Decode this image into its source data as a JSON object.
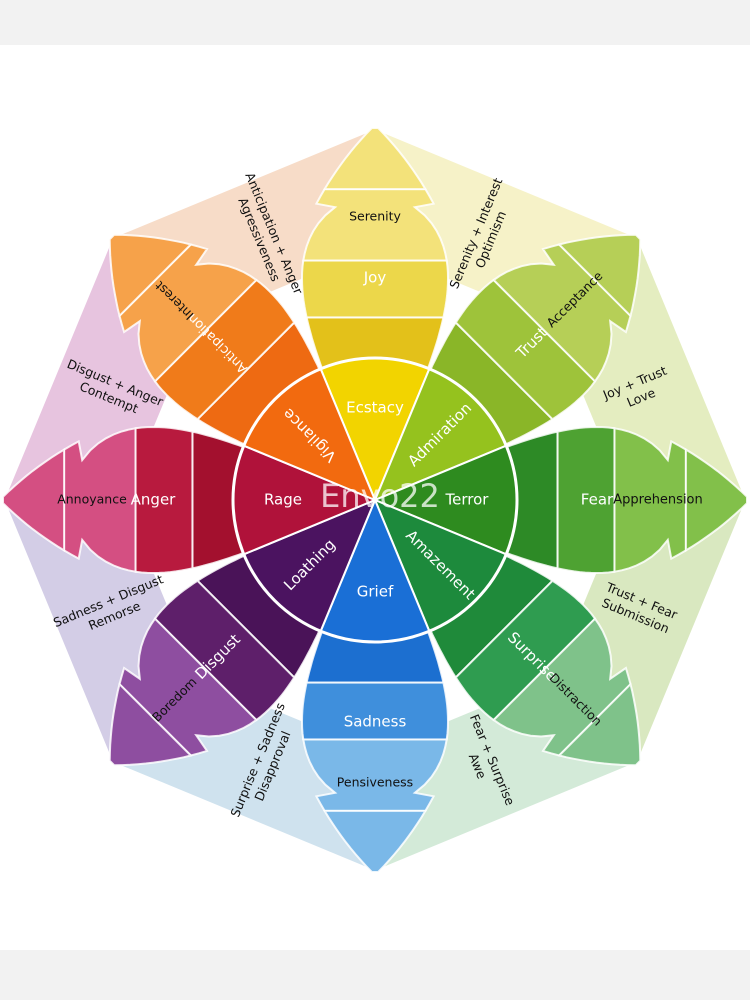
{
  "watermark": "Envo22",
  "petals": [
    {
      "id": "joy",
      "colors": {
        "outer": "#f3e27a",
        "mid": "#ecd74a",
        "inner": "#e3c11a",
        "core": "#f2d400",
        "wedge": "#f6f2c8"
      },
      "labels": {
        "outer": "Serenity",
        "mid": "Joy",
        "inner": "Ecstacy"
      },
      "dyad": [
        "Serenity + Interest",
        "Optimism"
      ]
    },
    {
      "id": "trust",
      "colors": {
        "outer": "#b6cf57",
        "mid": "#9ec33a",
        "inner": "#8ab628",
        "core": "#95c21e",
        "wedge": "#e4edc0"
      },
      "labels": {
        "outer": "Acceptance",
        "mid": "Trust",
        "inner": "Admiration"
      },
      "dyad": [
        "Joy + Trust",
        "Love"
      ]
    },
    {
      "id": "fear",
      "colors": {
        "outer": "#82c04a",
        "mid": "#4ea232",
        "inner": "#2d8a26",
        "core": "#2e8b1f",
        "wedge": "#d9e8c0"
      },
      "labels": {
        "outer": "Apprehension",
        "mid": "Fear",
        "inner": "Terror"
      },
      "dyad": [
        "Trust + Fear",
        "Submission"
      ]
    },
    {
      "id": "surprise",
      "colors": {
        "outer": "#7fc28a",
        "mid": "#2f9c50",
        "inner": "#1f8a3a",
        "core": "#1d8a3c",
        "wedge": "#d3ead8"
      },
      "labels": {
        "outer": "Distraction",
        "mid": "Surprise",
        "inner": "Amazement"
      },
      "dyad": [
        "Fear + Surprise",
        "Awe"
      ]
    },
    {
      "id": "sadness",
      "colors": {
        "outer": "#7ab8e8",
        "mid": "#3f8fdc",
        "inner": "#1c6fd0",
        "core": "#1a6fd6",
        "wedge": "#cfe2ee"
      },
      "labels": {
        "outer": "Pensiveness",
        "mid": "Sadness",
        "inner": "Grief"
      },
      "dyad": [
        "Surprise + Sadness",
        "Disapproval"
      ]
    },
    {
      "id": "disgust",
      "colors": {
        "outer": "#8e4ea0",
        "mid": "#5e1f6a",
        "inner": "#4a1358",
        "core": "#4b1360",
        "wedge": "#d3cde6"
      },
      "labels": {
        "outer": "Boredom",
        "mid": "Disgust",
        "inner": "Loathing"
      },
      "dyad": [
        "Sadness + Disgust",
        "Remorse"
      ]
    },
    {
      "id": "anger",
      "colors": {
        "outer": "#d44f82",
        "mid": "#b81a3e",
        "inner": "#a3102e",
        "core": "#b0123a",
        "wedge": "#e7c4df"
      },
      "labels": {
        "outer": "Annoyance",
        "mid": "Anger",
        "inner": "Rage"
      },
      "dyad": [
        "Disgust + Anger",
        "Contempt"
      ]
    },
    {
      "id": "anticipation",
      "colors": {
        "outer": "#f6a24a",
        "mid": "#f07b1a",
        "inner": "#ee6a12",
        "core": "#f26a0f",
        "wedge": "#f7dcc8"
      },
      "labels": {
        "outer": "Interest",
        "mid": "Anticipation",
        "inner": "Vigilance"
      },
      "dyad": [
        "Anticipation + Anger",
        "Agressiveness"
      ]
    }
  ]
}
